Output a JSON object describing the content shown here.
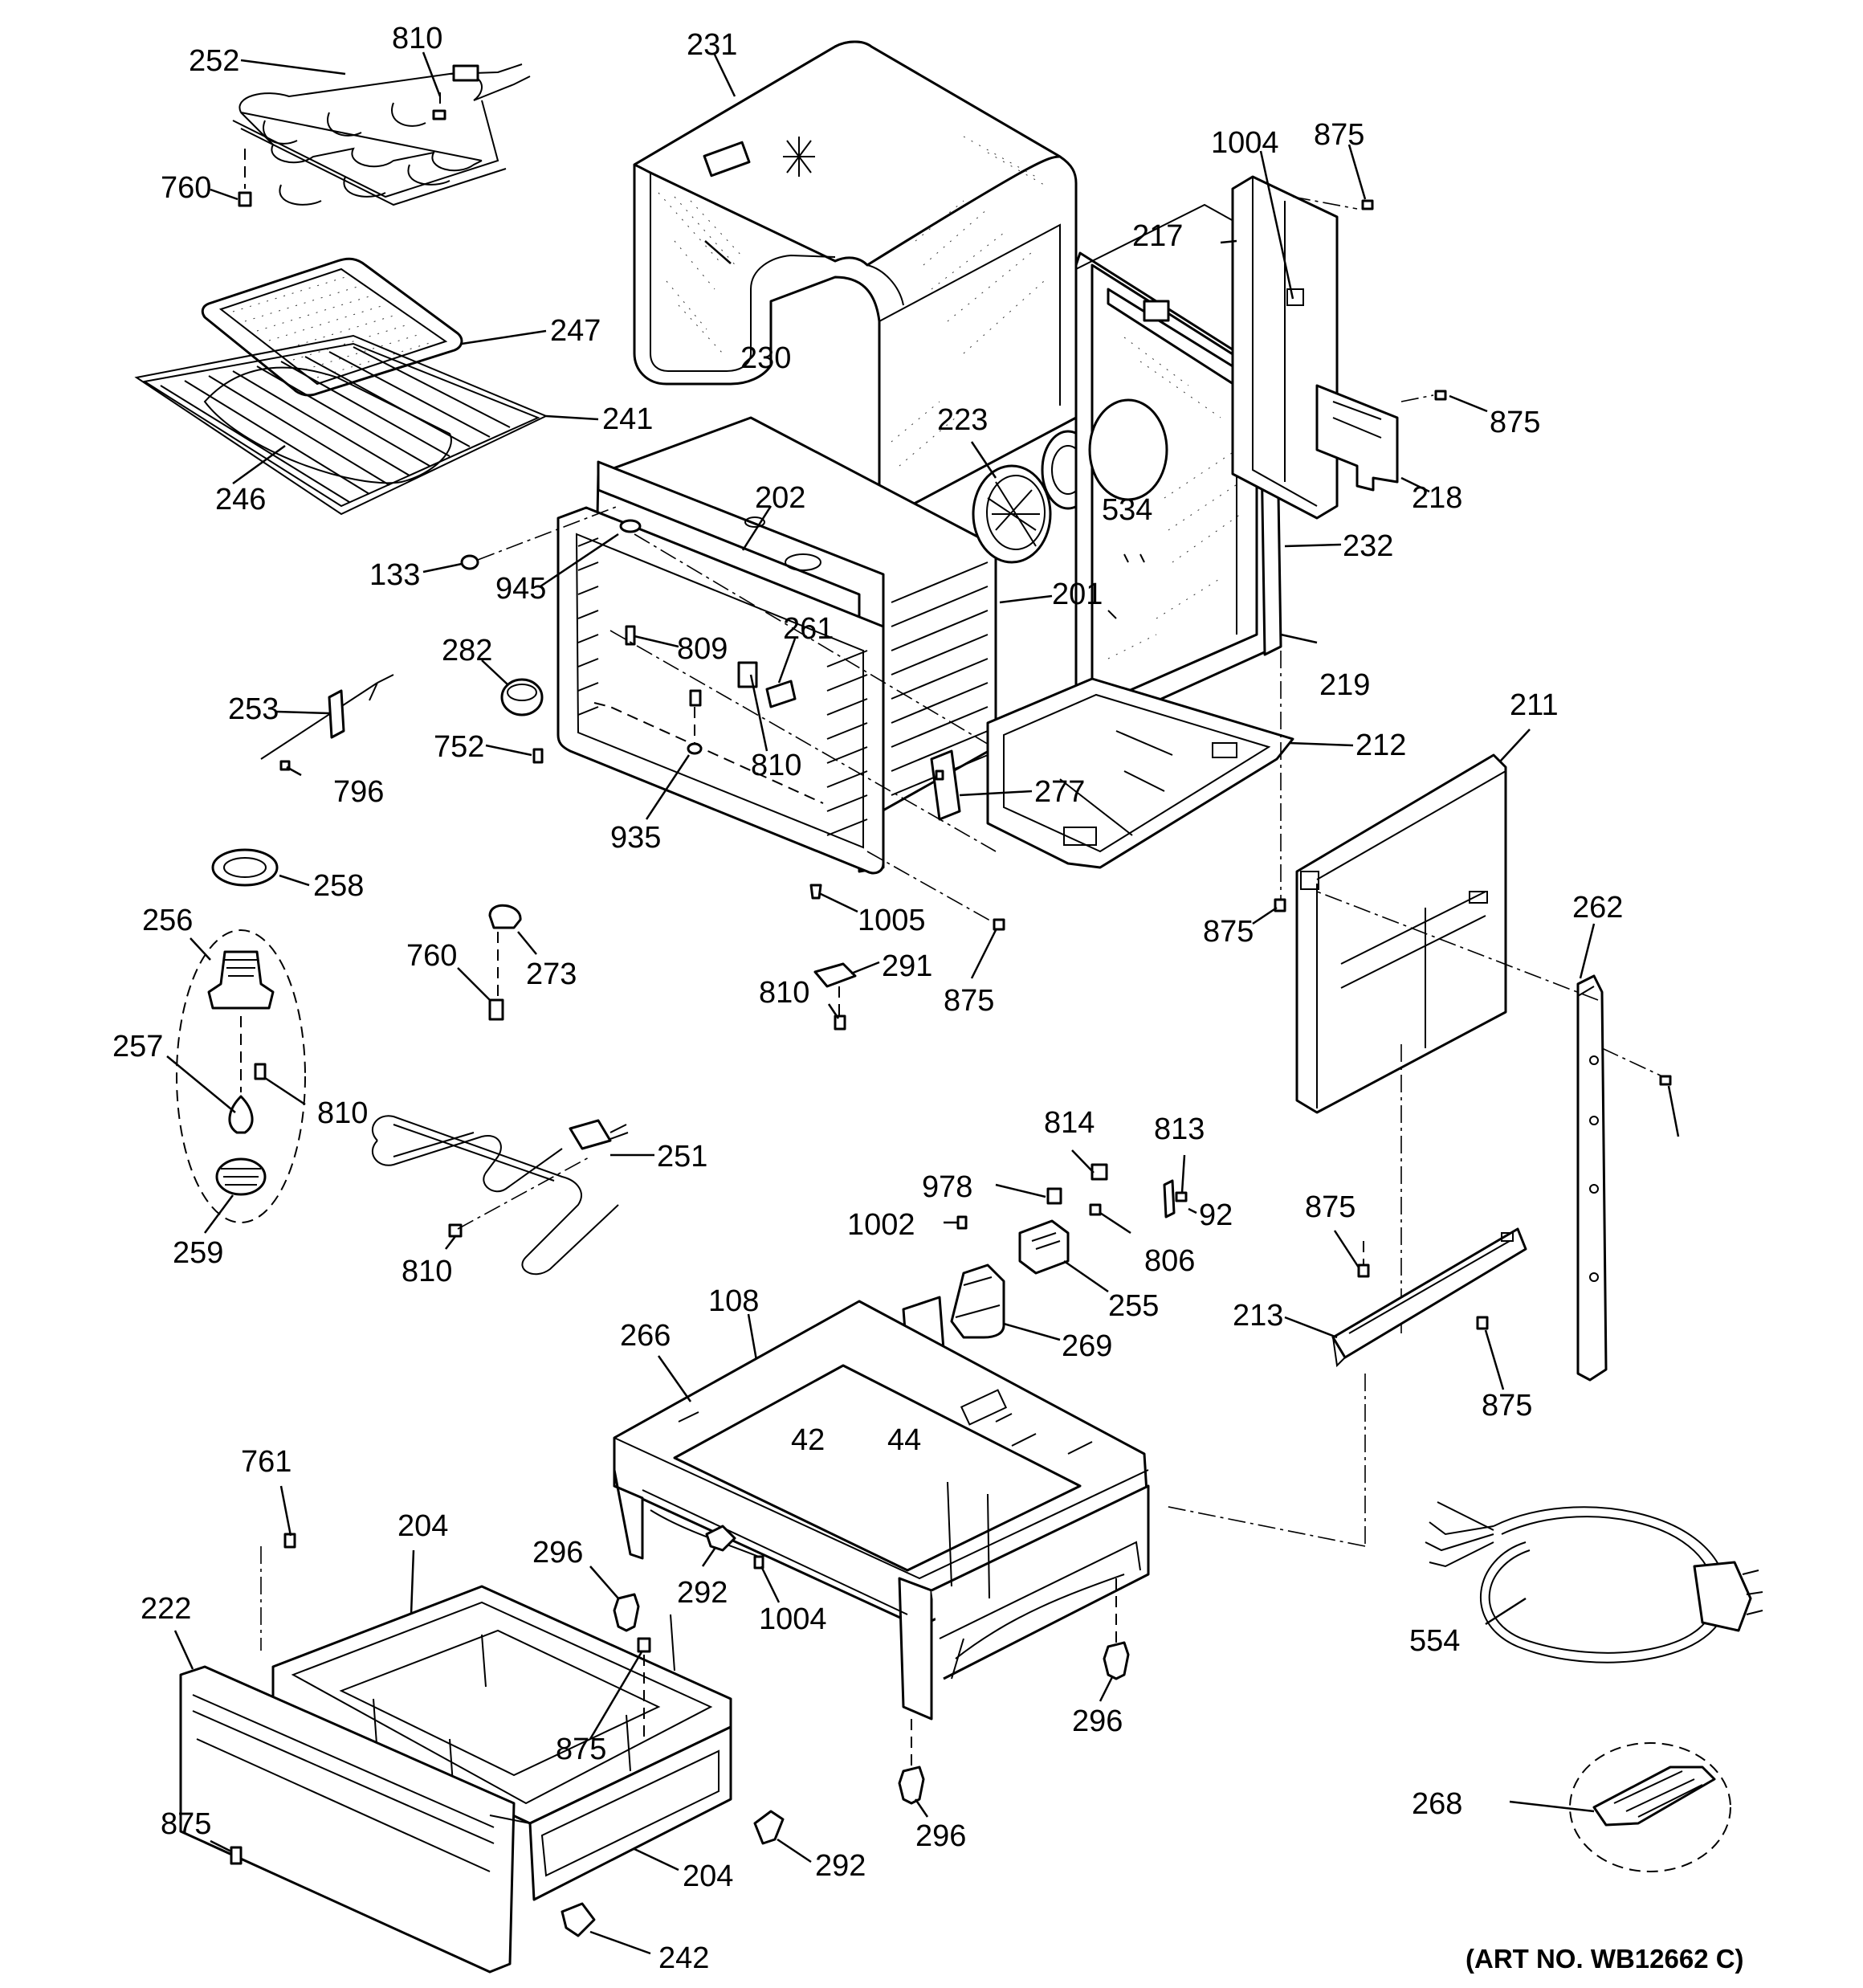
{
  "art_number": "(ART NO. WB12662 C)",
  "callouts": [
    "252",
    "810",
    "760",
    "231",
    "1004",
    "875",
    "217",
    "247",
    "241",
    "246",
    "230",
    "223",
    "534",
    "875",
    "218",
    "202",
    "133",
    "945",
    "261",
    "809",
    "201",
    "232",
    "219",
    "282",
    "253",
    "752",
    "810",
    "796",
    "935",
    "277",
    "212",
    "211",
    "258",
    "256",
    "1005",
    "875",
    "262",
    "760",
    "273",
    "291",
    "810",
    "875",
    "257",
    "810",
    "814",
    "813",
    "251",
    "978",
    "92",
    "1002",
    "806",
    "875",
    "810",
    "259",
    "255",
    "108",
    "213",
    "266",
    "269",
    "42",
    "44",
    "875",
    "761",
    "204",
    "296",
    "222",
    "292",
    "1004",
    "554",
    "875",
    "296",
    "875",
    "268",
    "292",
    "296",
    "204",
    "242"
  ]
}
